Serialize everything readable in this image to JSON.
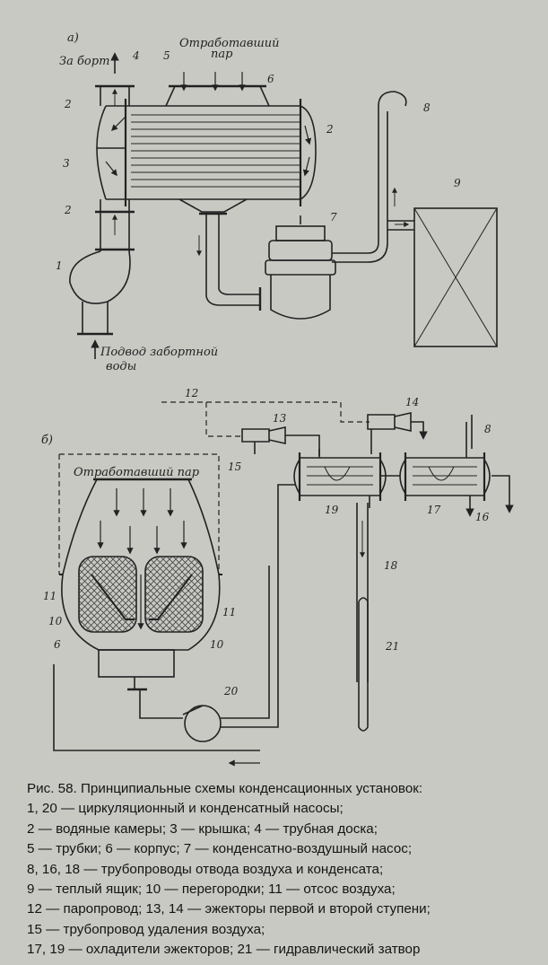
{
  "diagram_a": {
    "tag": "а)",
    "za_bort": "За борт",
    "steam_label_1": "Отработавший",
    "steam_label_2": "пар",
    "inlet_label_1": "Подвод  забортной",
    "inlet_label_2": "воды",
    "numbers": [
      "1",
      "2",
      "2",
      "2",
      "3",
      "4",
      "5",
      "6",
      "7",
      "8",
      "9"
    ]
  },
  "diagram_b": {
    "tag": "б)",
    "steam_label": "Отработавший  пар",
    "numbers": [
      "12",
      "13",
      "14",
      "8",
      "15",
      "19",
      "17",
      "16",
      "18",
      "11",
      "11",
      "10",
      "10",
      "6",
      "21",
      "20"
    ]
  },
  "caption": {
    "lines": [
      "Рис. 58. Принципиальные схемы конденсационных установок:",
      "1, 20 — циркуляционный и конденсатный насосы;",
      "2 — водяные камеры; 3 — крышка; 4 — трубная доска;",
      "5 — трубки; 6 — корпус; 7 — конденсатно-воздушный насос;",
      "8, 16, 18 — трубопроводы отвода воздуха и конденсата;",
      "9 — теплый ящик; 10 — перегородки; 11 — отсос воздуха;",
      "12 — паропровод; 13, 14 — эжекторы первой и второй ступени;",
      "15 — трубопровод удаления воздуха;",
      "17, 19 — охладители эжекторов; 21 — гидравлический затвор"
    ]
  }
}
